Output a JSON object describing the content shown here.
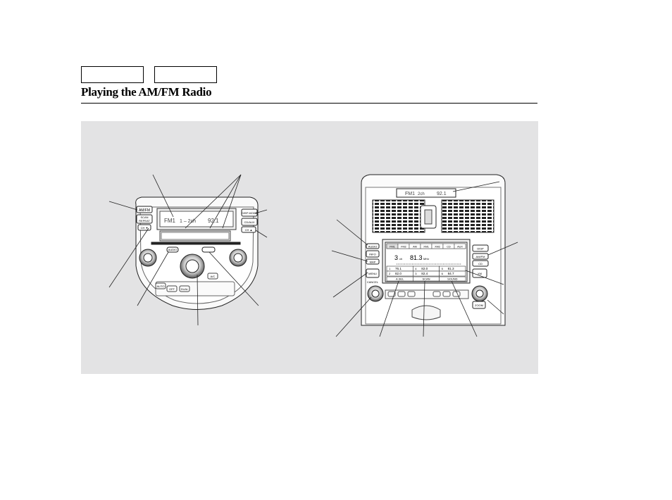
{
  "nav": {
    "button_a": "",
    "button_b": ""
  },
  "page_title": "Playing the AM/FM Radio",
  "left_unit": {
    "buttons": {
      "am_fm": "AM/FM",
      "scan": "SCAN",
      "repeat": "REPEAT",
      "ch_down": "CH ▼",
      "ch_up": "CH ▲",
      "disp_mode": "DISP MODE",
      "cd_aux": "CD/AUX",
      "auto": "AUTO",
      "off": "OFF",
      "dual": "DUAL",
      "ac": "A/C",
      "audio": "AUDIO"
    },
    "display": {
      "band": "FM1",
      "preset": "1 – 2ch",
      "frequency": "92.1"
    }
  },
  "right_unit": {
    "top_display": {
      "band": "FM1",
      "preset": "2ch",
      "frequency": "92.1"
    },
    "screen": {
      "tabs": [
        "FM1",
        "FM2",
        "AM",
        "XM1",
        "XM2",
        "CD",
        "AUX"
      ],
      "channel": "3",
      "channel_suffix": "ch",
      "frequency": "81.3",
      "unit": "MHz",
      "presets": [
        {
          "num": "1",
          "freq": "76.1"
        },
        {
          "num": "4",
          "freq": "82.0"
        },
        {
          "num": "5",
          "freq": "81.3"
        },
        {
          "num": "2",
          "freq": "82.0"
        },
        {
          "num": "3",
          "freq": "82.4"
        },
        {
          "num": "6",
          "freq": "84.7"
        }
      ],
      "softkeys": [
        "A.SEL",
        "SCAN",
        "SOUND"
      ]
    },
    "buttons": {
      "audio": "AUDIO",
      "map": "MAP",
      "menu": "MENU",
      "info": "INFO",
      "cancel": "CANCEL",
      "disp": "DISP",
      "am_fm": "AM/FM",
      "cd": "CD",
      "xm": "XM",
      "zoom": "ZOOM"
    }
  }
}
